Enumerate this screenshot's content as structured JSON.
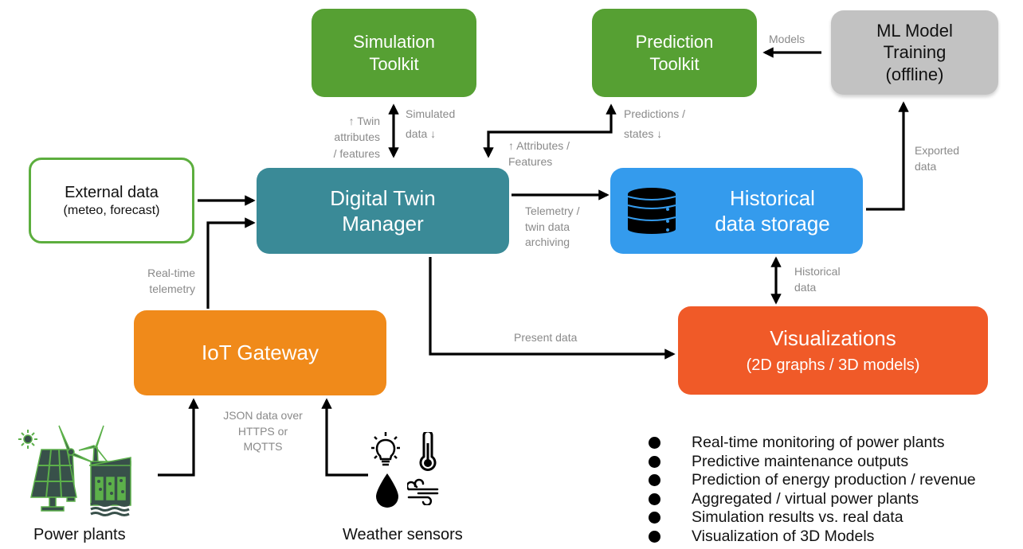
{
  "colors": {
    "green": "#56a033",
    "teal": "#3a8a97",
    "blue": "#349bed",
    "orange_gateway": "#f08a1a",
    "orange_vis": "#f05a28",
    "gray_ml": "#c2c2c2",
    "label_gray": "#8a8a8a",
    "icon_dark": "#38504a",
    "icon_green": "#5cb04a"
  },
  "nodes": {
    "simulation": {
      "line1": "Simulation",
      "line2": "Toolkit"
    },
    "prediction": {
      "line1": "Prediction",
      "line2": "Toolkit"
    },
    "ml_training": {
      "line1": "ML Model",
      "line2": "Training",
      "line3": "(offline)"
    },
    "external": {
      "line1": "External data",
      "line2": "(meteo, forecast)"
    },
    "dt_manager": {
      "line1": "Digital Twin",
      "line2": "Manager"
    },
    "historical": {
      "line1": "Historical",
      "line2": "data storage",
      "icon": "database-icon"
    },
    "iot_gateway": {
      "line1": "IoT Gateway"
    },
    "visualizations": {
      "line1": "Visualizations",
      "line2": "(2D graphs / 3D models)"
    }
  },
  "edge_labels": {
    "twin_attr": {
      "line1": "↑ Twin",
      "line2": "attributes",
      "line3": "/ features"
    },
    "simulated": {
      "line1": "Simulated",
      "line2": "data ↓"
    },
    "attributes": {
      "line1": "↑ Attributes /",
      "line2": "Features"
    },
    "predictions": {
      "line1": "Predictions /",
      "line2": "states ↓"
    },
    "models": "Models",
    "exported": {
      "line1": "Exported",
      "line2": "data"
    },
    "telemetry": {
      "line1": "Telemetry /",
      "line2": "twin data",
      "line3": "archiving"
    },
    "historical": {
      "line1": "Historical",
      "line2": "data"
    },
    "realtime": {
      "line1": "Real-time",
      "line2": "telemetry"
    },
    "present": "Present data",
    "json": {
      "line1": "JSON data over",
      "line2": "HTTPS or",
      "line3": "MQTTS"
    }
  },
  "captions": {
    "power_plants": "Power plants",
    "weather_sensors": "Weather sensors"
  },
  "features": [
    "Real-time monitoring of power plants",
    "Predictive maintenance outputs",
    "Prediction of energy production / revenue",
    "Aggregated / virtual power plants",
    "Simulation results vs. real data",
    "Visualization of 3D Models"
  ]
}
